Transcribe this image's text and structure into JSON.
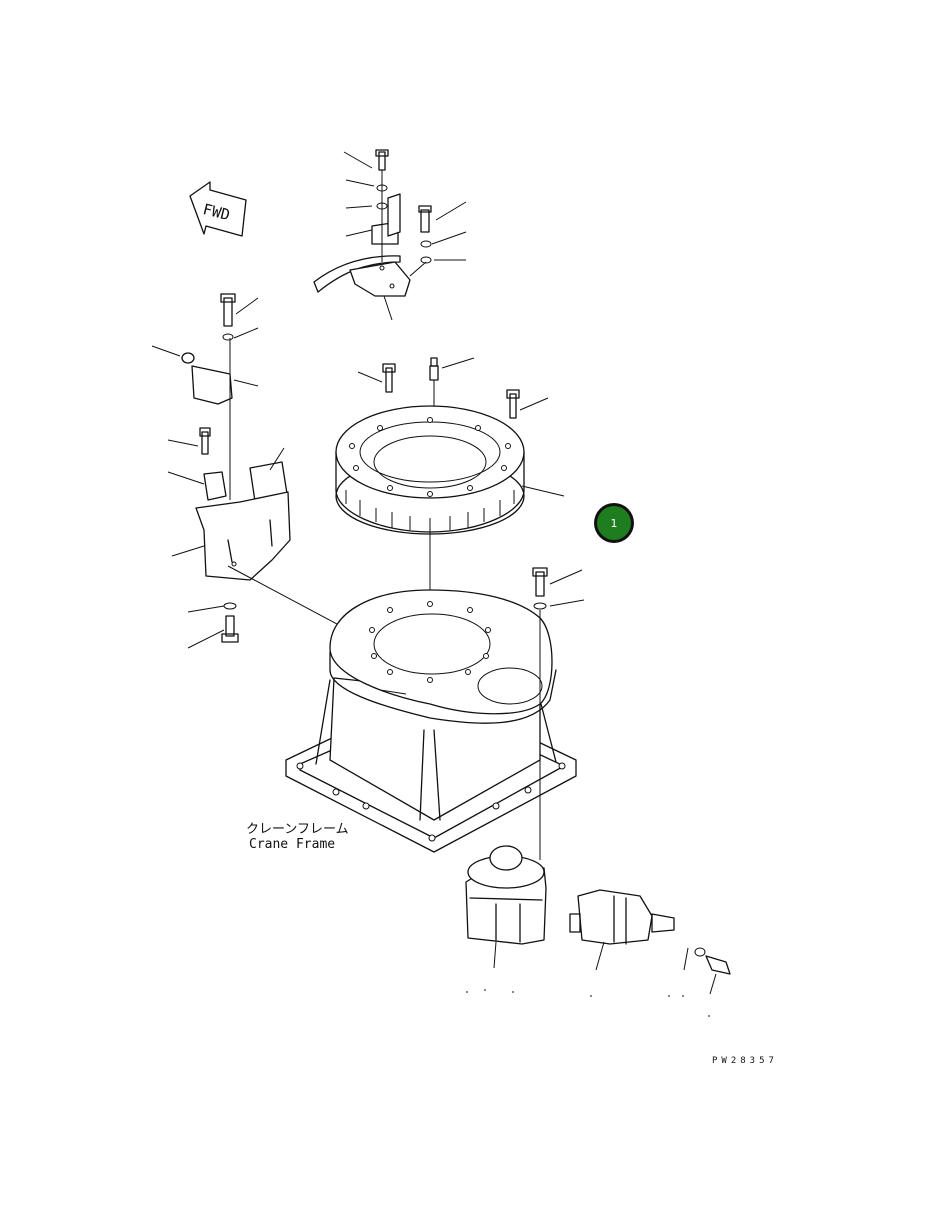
{
  "diagram": {
    "fwd_label": "FWD",
    "frame_label_jp": "クレーンフレーム",
    "frame_label_en": "Crane Frame",
    "drawing_code": "PW28357",
    "callout_number": "1",
    "callout_color": "#1e7d1e"
  }
}
